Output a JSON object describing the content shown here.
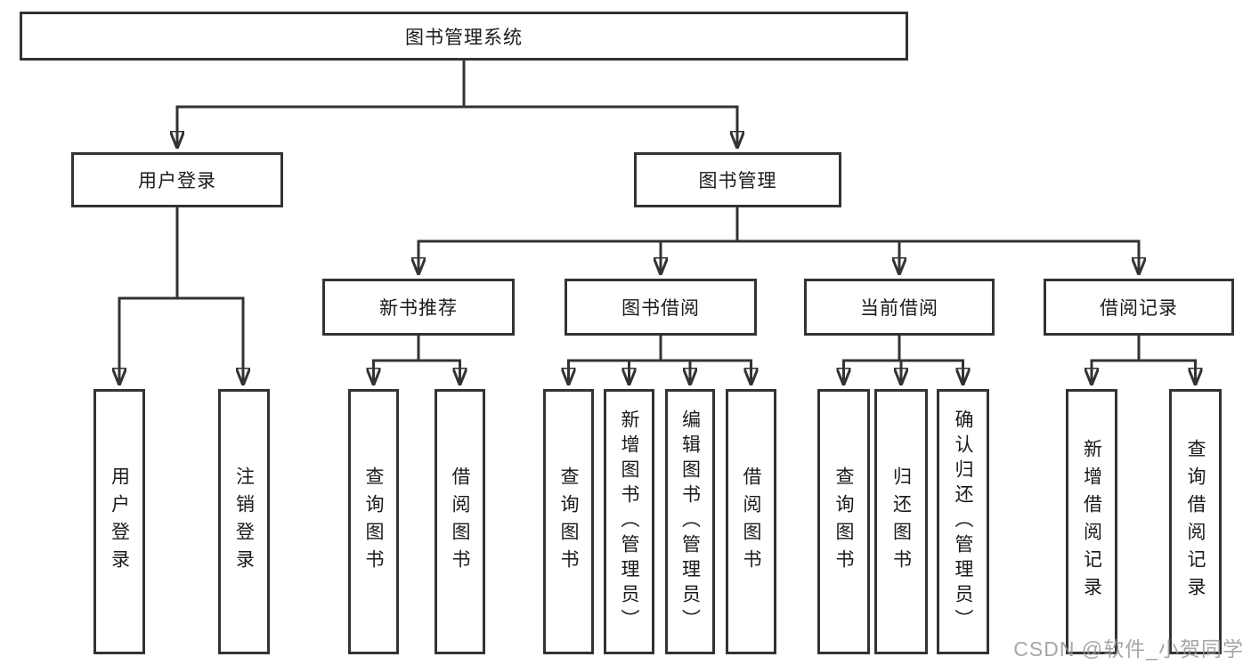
{
  "diagram": {
    "title": "图书管理系统",
    "nodes": {
      "root": {
        "label": "图书管理系统"
      },
      "user_login": {
        "label": "用户登录"
      },
      "book_mgmt": {
        "label": "图书管理"
      },
      "new_book_rec": {
        "label": "新书推荐"
      },
      "book_borrow": {
        "label": "图书借阅"
      },
      "current_borrow": {
        "label": "当前借阅"
      },
      "borrow_record": {
        "label": "借阅记录"
      },
      "leaf_user_login": {
        "label": "用户登录"
      },
      "leaf_logout": {
        "label": "注销登录"
      },
      "leaf_nbr_query_book": {
        "label": "查询图书"
      },
      "leaf_nbr_borrow_book": {
        "label": "借阅图书"
      },
      "leaf_bb_query_book": {
        "label": "查询图书"
      },
      "leaf_bb_add_book": {
        "label": "新增图书（管理员）"
      },
      "leaf_bb_edit_book": {
        "label": "编辑图书（管理员）"
      },
      "leaf_bb_borrow_book": {
        "label": "借阅图书"
      },
      "leaf_cb_query_book": {
        "label": "查询图书"
      },
      "leaf_cb_return_book": {
        "label": "归还图书"
      },
      "leaf_cb_confirm_return": {
        "label": "确认归还（管理员）"
      },
      "leaf_br_add_record": {
        "label": "新增借阅记录"
      },
      "leaf_br_query_record": {
        "label": "查询借阅记录"
      }
    },
    "edges": [
      "图书管理系统 -> 用户登录",
      "图书管理系统 -> 图书管理",
      "用户登录 -> 用户登录(叶), 注销登录",
      "图书管理 -> 新书推荐, 图书借阅, 当前借阅, 借阅记录",
      "新书推荐 -> 查询图书, 借阅图书",
      "图书借阅 -> 查询图书, 新增图书（管理员）, 编辑图书（管理员）, 借阅图书",
      "当前借阅 -> 查询图书, 归还图书, 确认归还（管理员）",
      "借阅记录 -> 新增借阅记录, 查询借阅记录"
    ]
  },
  "watermark": {
    "text": "CSDN @软件_小贺同学"
  },
  "colors": {
    "line": "#333333",
    "box_border": "#333333",
    "text": "#1a1a1a",
    "watermark": "#969696",
    "background": "#ffffff"
  }
}
